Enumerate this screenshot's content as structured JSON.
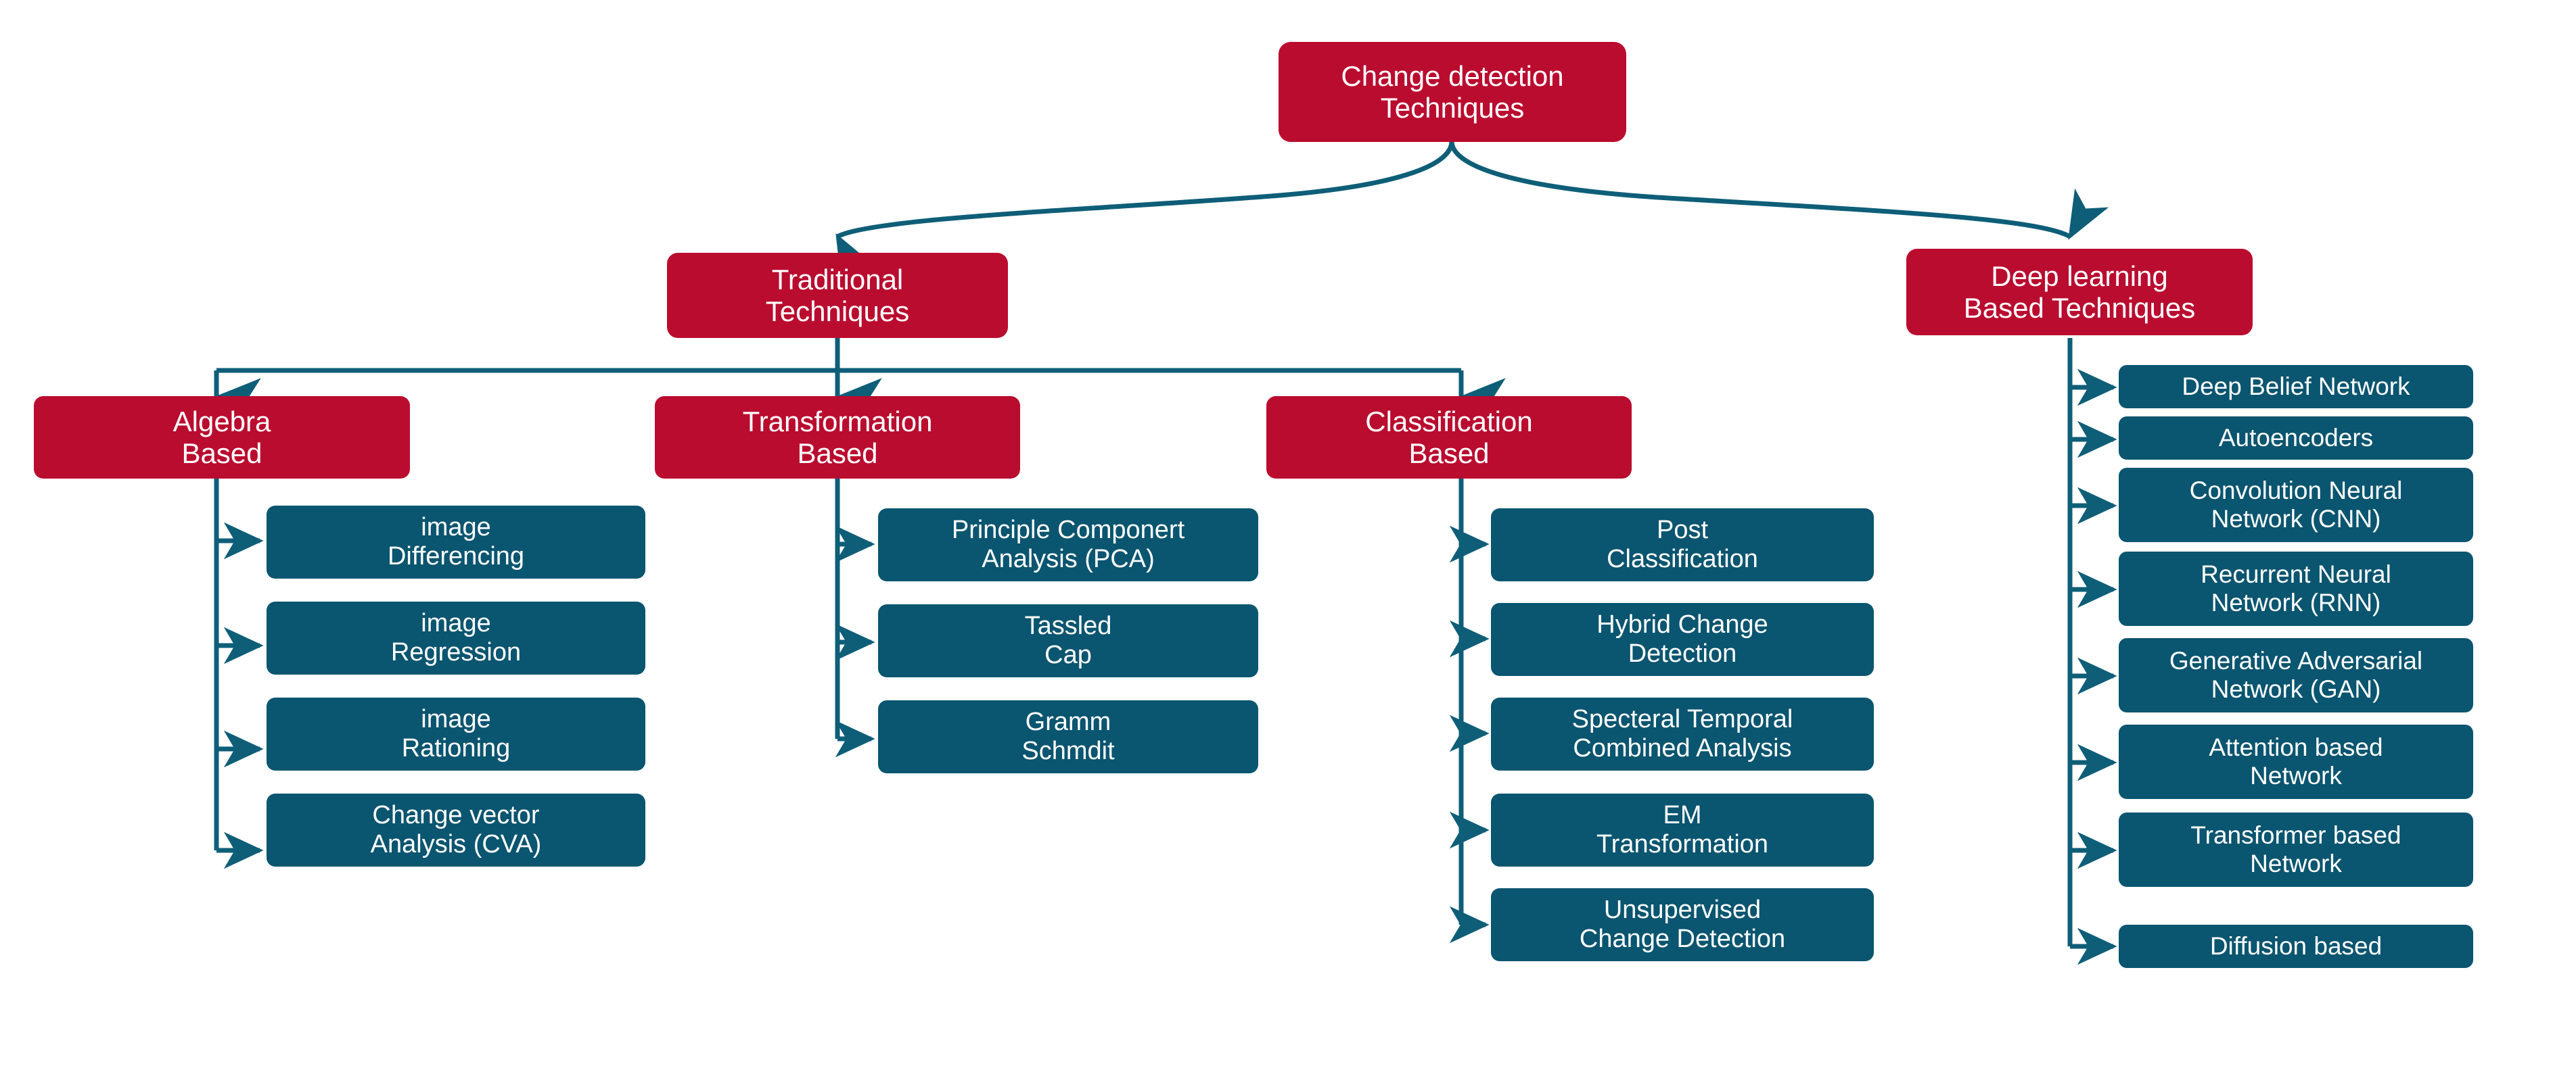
{
  "diagram": {
    "title": "Change detection Techniques taxonomy",
    "colors": {
      "red": "#ba0c2f",
      "teal": "#0a5570",
      "connector": "#0e5e78",
      "background": "#ffffff",
      "text": "#ffffff"
    }
  },
  "root": {
    "label": "Change detection\nTechniques"
  },
  "branches": [
    {
      "label": "Traditional\nTechniques"
    },
    {
      "label": "Deep learning\nBased Techniques"
    }
  ],
  "traditional": {
    "categories": [
      {
        "label": "Algebra\nBased",
        "children": [
          {
            "label": "image\nDifferencing"
          },
          {
            "label": "image\nRegression"
          },
          {
            "label": "image\nRationing"
          },
          {
            "label": "Change vector\nAnalysis (CVA)"
          }
        ]
      },
      {
        "label": "Transformation\nBased",
        "children": [
          {
            "label": "Principle Componert\nAnalysis (PCA)"
          },
          {
            "label": "Tassled\nCap"
          },
          {
            "label": "Gramm\nSchmdit"
          }
        ]
      },
      {
        "label": "Classification\nBased",
        "children": [
          {
            "label": "Post\nClassification"
          },
          {
            "label": "Hybrid Change\nDetection"
          },
          {
            "label": "Specteral Temporal\nCombined Analysis"
          },
          {
            "label": "EM\nTransformation"
          },
          {
            "label": "Unsupervised\nChange Detection"
          }
        ]
      }
    ]
  },
  "deep_learning": {
    "children": [
      {
        "label": "Deep Belief Network"
      },
      {
        "label": "Autoencoders"
      },
      {
        "label": "Convolution Neural\nNetwork (CNN)"
      },
      {
        "label": "Recurrent Neural\nNetwork (RNN)"
      },
      {
        "label": "Generative Adversarial\nNetwork (GAN)"
      },
      {
        "label": "Attention based\nNetwork"
      },
      {
        "label": "Transformer based\nNetwork"
      },
      {
        "label": "Diffusion based"
      }
    ]
  }
}
